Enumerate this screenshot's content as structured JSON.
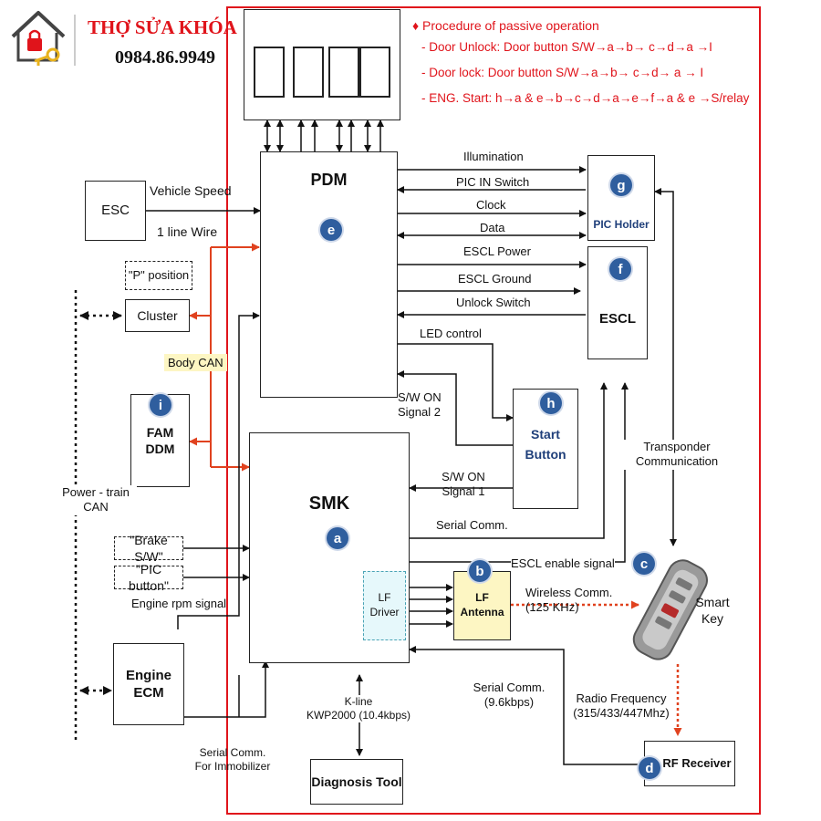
{
  "brand": {
    "name": "THỢ SỬA KHÓA",
    "phone": "0984.86.9949",
    "name_color": "#e0141b"
  },
  "procedure": {
    "title": "♦ Procedure of passive operation",
    "lines": [
      "- Door Unlock: Door button S/W→a→b→  c→d→a  →I",
      "- Door lock: Door button S/W→a→b→  c→d→  a  → I",
      "- ENG. Start: h→a & e→b→c→d→a→e→f→a  & e  →S/relay"
    ],
    "color": "#e0141b"
  },
  "blocks": {
    "esc": "ESC",
    "pdm": "PDM",
    "smk": "SMK",
    "cluster": "Cluster",
    "p_position": "\"P\" position",
    "fam_ddm": "FAM\nDDM",
    "brake_sw": "\"Brake S/W\"",
    "pic_button": "\"PIC button\"",
    "engine_ecm": "Engine\nECM",
    "lf_driver": "LF\nDriver",
    "lf_antenna": "LF\nAntenna",
    "pic_holder": "PIC Holder",
    "escl": "ESCL",
    "start_button": "Start\nButton",
    "smart_key": "Smart\nKey",
    "rf_receiver": "RF Receiver",
    "diagnosis_tool": "Diagnosis Tool"
  },
  "badges": {
    "e": "e",
    "a": "a",
    "b": "b",
    "c": "c",
    "d": "d",
    "f": "f",
    "g": "g",
    "h": "h",
    "i": "i"
  },
  "signals": {
    "vehicle_speed": "Vehicle Speed",
    "one_line_wire": "1 line Wire",
    "body_can": "Body CAN",
    "powertrain_can": "Power - train\nCAN",
    "engine_rpm": "Engine rpm signal",
    "serial_immobilizer": "Serial Comm.\nFor Immobilizer",
    "kline": "K-line\nKWP2000 (10.4kbps)",
    "serial_96": "Serial Comm.\n(9.6kbps)",
    "illumination": "Illumination",
    "pic_in_switch": "PIC IN Switch",
    "clock": "Clock",
    "data": "Data",
    "escl_power": "ESCL Power",
    "escl_ground": "ESCL Ground",
    "unlock_switch": "Unlock Switch",
    "led_control": "LED control",
    "sw_on_signal2": "S/W ON\nSignal 2",
    "sw_on_signal1": "S/W ON\nSignal 1",
    "serial_comm": "Serial Comm.",
    "escl_enable": "ESCL enable signal",
    "wireless_comm": "Wireless Comm.\n(125 KHz)",
    "transponder": "Transponder\nCommunication",
    "radio_frequency": "Radio Frequency\n(315/433/447Mhz)"
  },
  "colors": {
    "accent_red": "#e0141b",
    "badge_blue": "#2f5e9e",
    "antenna_fill": "#fdf6c3",
    "lf_driver_fill": "#e6f8fb",
    "can_arrow": "#e0421f",
    "body_can_fill": "#fdf6c3"
  }
}
